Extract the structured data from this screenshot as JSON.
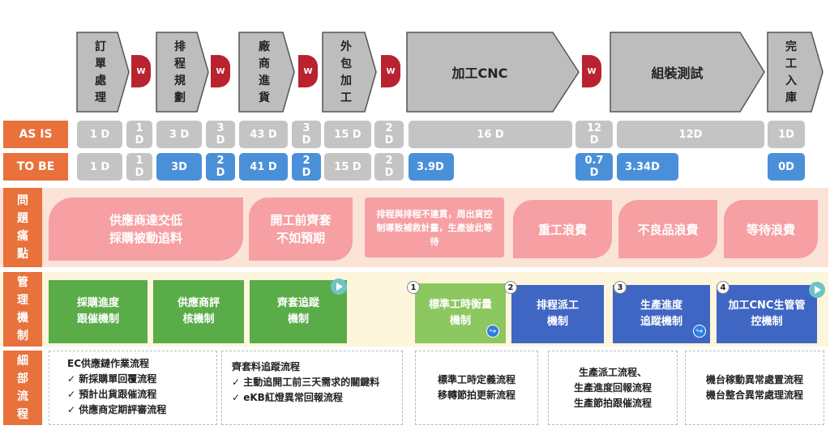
{
  "process": {
    "steps": [
      {
        "label": "訂單處理"
      },
      {
        "label": "排程規劃"
      },
      {
        "label": "廠商進貨"
      },
      {
        "label": "外包加工"
      },
      {
        "label": "加工CNC"
      },
      {
        "label": "組裝測試"
      },
      {
        "label": "完工入庫"
      }
    ],
    "wait_label": "W"
  },
  "as_is": {
    "label": "AS IS",
    "cells": [
      "1 D",
      "1 D",
      "3 D",
      "3 D",
      "43 D",
      "3 D",
      "15 D",
      "2 D",
      "16 D",
      "12 D",
      "12D",
      "1D"
    ]
  },
  "to_be": {
    "label": "TO BE",
    "cells": [
      "1 D",
      "1 D",
      "3D",
      "2 D",
      "41 D",
      "2 D",
      "15 D",
      "2 D",
      "3.9D",
      "0.7 D",
      "3.34D",
      "0D"
    ]
  },
  "problems": {
    "label": "問題痛點",
    "items": [
      "供應商達交低\n採購被動追料",
      "開工前齊套\n不如預期",
      "排程與排程不連貫，周出貨控制導致補救計畫，生產彼此等待",
      "重工浪費",
      "不良品浪費",
      "等待浪費"
    ]
  },
  "mechanisms": {
    "label": "管理機制",
    "items": [
      {
        "text": "採購進度\n跟催機制"
      },
      {
        "text": "供應商評\n核機制"
      },
      {
        "text": "齊套追蹤\n機制"
      },
      {
        "num": "1",
        "text": "標準工時衡量\n機制"
      },
      {
        "num": "2",
        "text": "排程派工\n機制"
      },
      {
        "num": "3",
        "text": "生產進度\n追蹤機制"
      },
      {
        "num": "4",
        "text": "加工CNC生管管\n控機制"
      }
    ]
  },
  "details": {
    "label": "細部流程",
    "box1": {
      "title": "EC供應鏈作業流程",
      "items": [
        "✓  新採購單回覆流程",
        "✓  預計出貨跟催流程",
        "✓  供應商定期評審流程"
      ]
    },
    "box2": {
      "title": "齊套料追蹤流程",
      "items": [
        "✓ 主動追開工前三天需求的關鍵料",
        "✓   eKB紅燈異常回報流程"
      ]
    },
    "box3": [
      "標準工時定義流程",
      "移轉節拍更新流程"
    ],
    "box4": [
      "生產派工流程、",
      "生產進度回報流程",
      "生產節拍跟催流程"
    ],
    "box5": [
      "機台稼動異常處置流程",
      "機台整合異常處理流程"
    ]
  },
  "colors": {
    "orange_label": "#e8713c",
    "grey_cell": "#c4c4c4",
    "blue_cell": "#4a90d9",
    "pink": "#f6a0a3",
    "green": "#5aac49",
    "light_green": "#8cc760",
    "dark_blue": "#3f66c2",
    "wait_red": "#b8232f",
    "band_bg": "#fbe3d8",
    "mech_bg": "#fdf5dc"
  }
}
